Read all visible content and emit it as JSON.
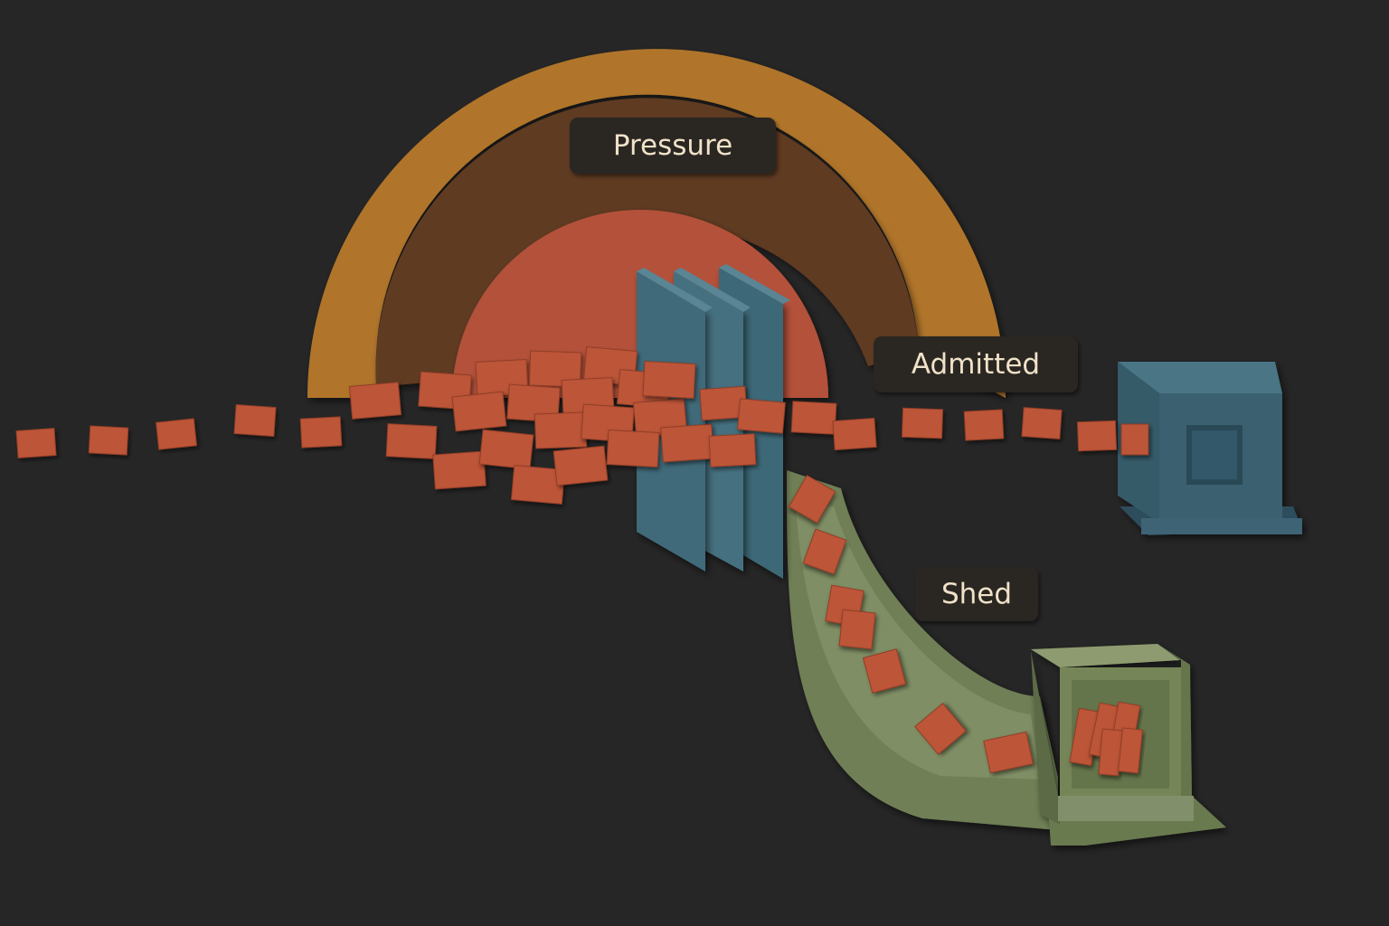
{
  "labels": {
    "pressure": "Pressure",
    "admitted": "Admitted",
    "shed": "Shed"
  },
  "colors": {
    "background": "#262626",
    "outer_arc": "#b0742a",
    "middle_arc": "#5e3a24",
    "inner_disc": "#b4513a",
    "request_block": "#bd5538",
    "gate_panel": "#3e6877",
    "admitted_box": "#3a6070",
    "shed_chute": "#6f7f57",
    "shed_bin": "#758559",
    "label_bg": "#2c2521",
    "label_text": "#efe2c8"
  },
  "icons": {
    "gate": "gate-panels-icon",
    "admitted_box": "open-box-icon",
    "shed_bin": "bin-icon",
    "request": "block-icon"
  }
}
